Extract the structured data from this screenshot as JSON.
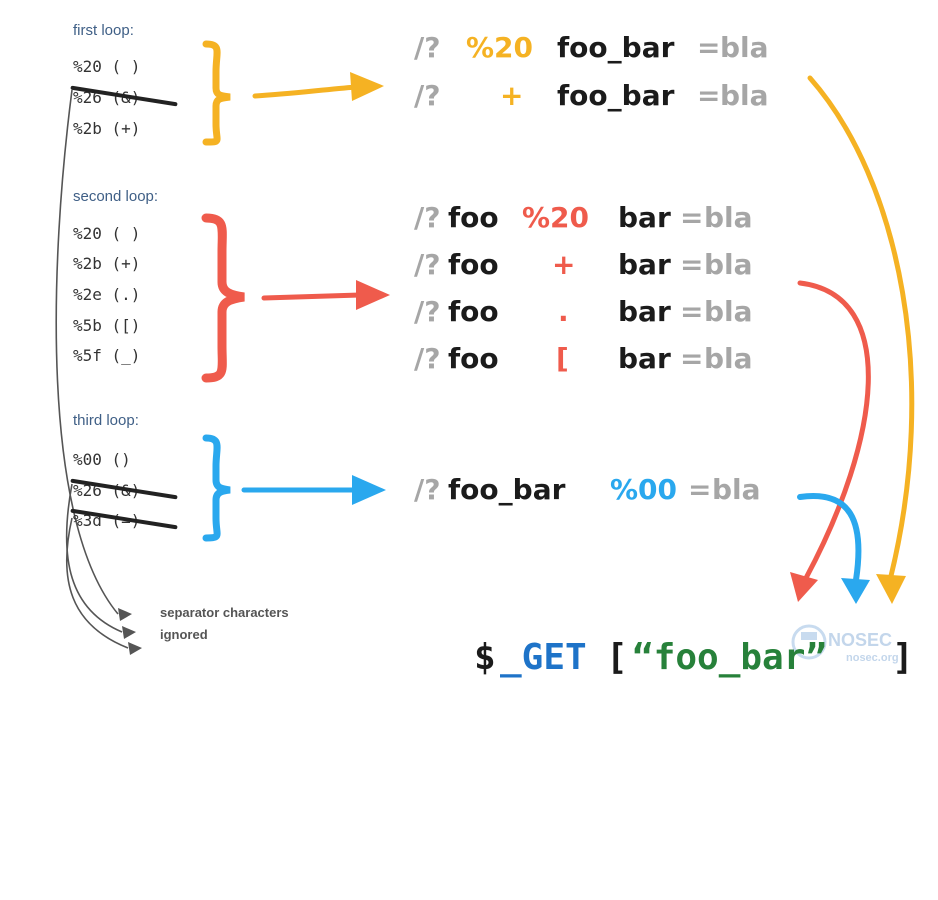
{
  "colors": {
    "loop1": "#f5b223",
    "loop2": "#ef5b4c",
    "loop3": "#2aa8ee",
    "text": "#1b1b1b",
    "muted": "#a6a6a6"
  },
  "loops": [
    {
      "title": "first loop:",
      "items": [
        {
          "text": "%20 ( )",
          "struck": false
        },
        {
          "text": "%26 (&)",
          "struck": true
        },
        {
          "text": "%2b (+)",
          "struck": false
        }
      ]
    },
    {
      "title": "second loop:",
      "items": [
        {
          "text": "%20 ( )",
          "struck": false
        },
        {
          "text": "%2b (+)",
          "struck": false
        },
        {
          "text": "%2e (.)",
          "struck": false
        },
        {
          "text": "%5b ([)",
          "struck": false
        },
        {
          "text": "%5f (_)",
          "struck": false
        }
      ]
    },
    {
      "title": "third loop:",
      "items": [
        {
          "text": "%00 ()",
          "struck": false
        },
        {
          "text": "%26 (&)",
          "struck": true
        },
        {
          "text": "%3d (=)",
          "struck": true
        }
      ]
    }
  ],
  "outputs": {
    "loop1": [
      {
        "prefix": "/?",
        "mid": "%20",
        "key": "foo_bar",
        "eq": "=",
        "val": "bla"
      },
      {
        "prefix": "/?",
        "mid": "+",
        "key": "foo_bar",
        "eq": "=",
        "val": "bla"
      }
    ],
    "loop2": [
      {
        "prefix": "/?",
        "key1": "foo",
        "mid": "%20",
        "key2": "bar",
        "eq": "=",
        "val": "bla"
      },
      {
        "prefix": "/?",
        "key1": "foo",
        "mid": "+",
        "key2": "bar",
        "eq": "=",
        "val": "bla"
      },
      {
        "prefix": "/?",
        "key1": "foo",
        "mid": ".",
        "key2": "bar",
        "eq": "=",
        "val": "bla"
      },
      {
        "prefix": "/?",
        "key1": "foo",
        "mid": "[",
        "key2": "bar",
        "eq": "=",
        "val": "bla"
      }
    ],
    "loop3": [
      {
        "prefix": "/?",
        "key": "foo_bar",
        "mid": "%00",
        "eq": "=",
        "val": "bla"
      }
    ]
  },
  "note": {
    "line1": "separator characters",
    "line2": "ignored"
  },
  "result": {
    "dollar": "$",
    "get": "_GET",
    "open": "[",
    "key": "“foo_bar”",
    "close": "]"
  },
  "watermark": {
    "brand": "NOSEC",
    "domain": "nosec.org"
  }
}
